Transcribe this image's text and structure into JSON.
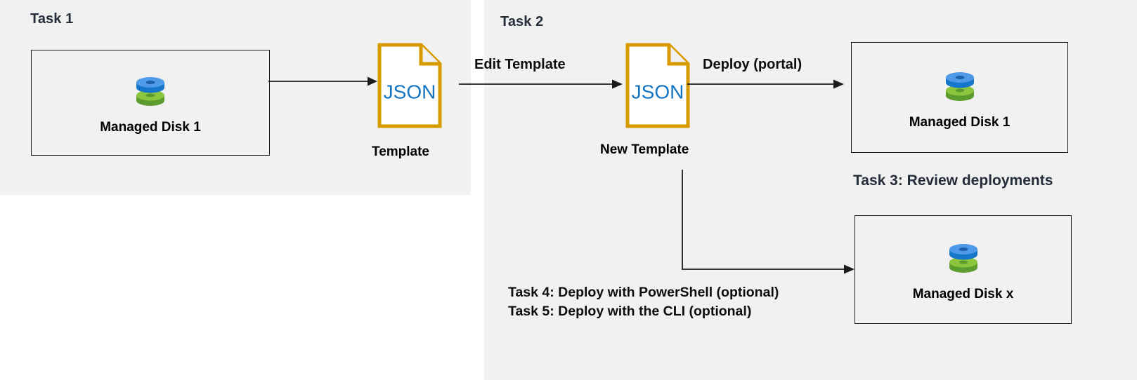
{
  "diagram": {
    "title_task1": "Task 1",
    "title_task2": "Task 2",
    "title_task3": "Task 3: Review deployments"
  },
  "boxes": {
    "managed_disk_1_left": "Managed Disk 1",
    "managed_disk_1_right": "Managed Disk 1",
    "managed_disk_x": "Managed Disk x"
  },
  "documents": {
    "template": {
      "file_type": "JSON",
      "caption": "Template",
      "icon": "json-document-icon"
    },
    "new_template": {
      "file_type": "JSON",
      "caption": "New Template",
      "icon": "json-document-icon"
    }
  },
  "arrows": {
    "export_label": "",
    "edit_template_label": "Edit Template",
    "deploy_portal_label": "Deploy (portal)"
  },
  "notes": {
    "task4": "Task 4: Deploy with PowerShell (optional)",
    "task5": "Task 5: Deploy with the CLI (optional)"
  },
  "icons": {
    "disk": "managed-disk-icon",
    "arrow": "arrow-right-icon"
  },
  "colors": {
    "panel_background": "#f1f1f1",
    "page_background": "#ffffff",
    "heading_slate": "#252d3a",
    "body_black": "#0d0d0d",
    "box_border": "#1b1b1b",
    "doc_orange": "#d79b00",
    "json_blue": "#1675c0",
    "disk_blue_top": "#4e9ae8",
    "disk_blue_side": "#1676c9",
    "disk_green_top": "#8cc63f",
    "disk_green_side": "#5c9c2e",
    "arrow_black": "#1b1b1b"
  }
}
